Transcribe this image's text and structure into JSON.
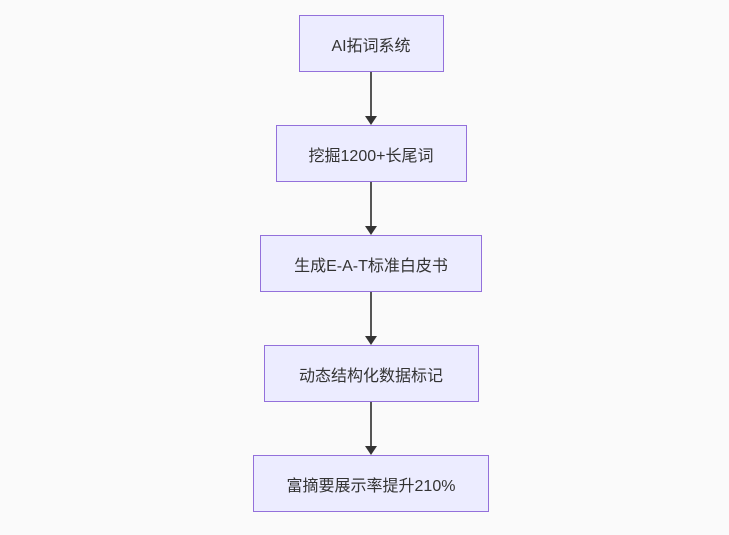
{
  "page": {
    "background_color": "#fafafa"
  },
  "flowchart": {
    "type": "vertical-flowchart",
    "node_fill_color": "#ECECFF",
    "node_border_color": "#9370DB",
    "node_text_color": "#333333",
    "arrow_color": "#333333",
    "nodes": [
      {
        "label": "AI拓词系统"
      },
      {
        "label": "挖掘1200+长尾词"
      },
      {
        "label": "生成E-A-T标准白皮书"
      },
      {
        "label": "动态结构化数据标记"
      },
      {
        "label": "富摘要展示率提升210%"
      }
    ]
  }
}
